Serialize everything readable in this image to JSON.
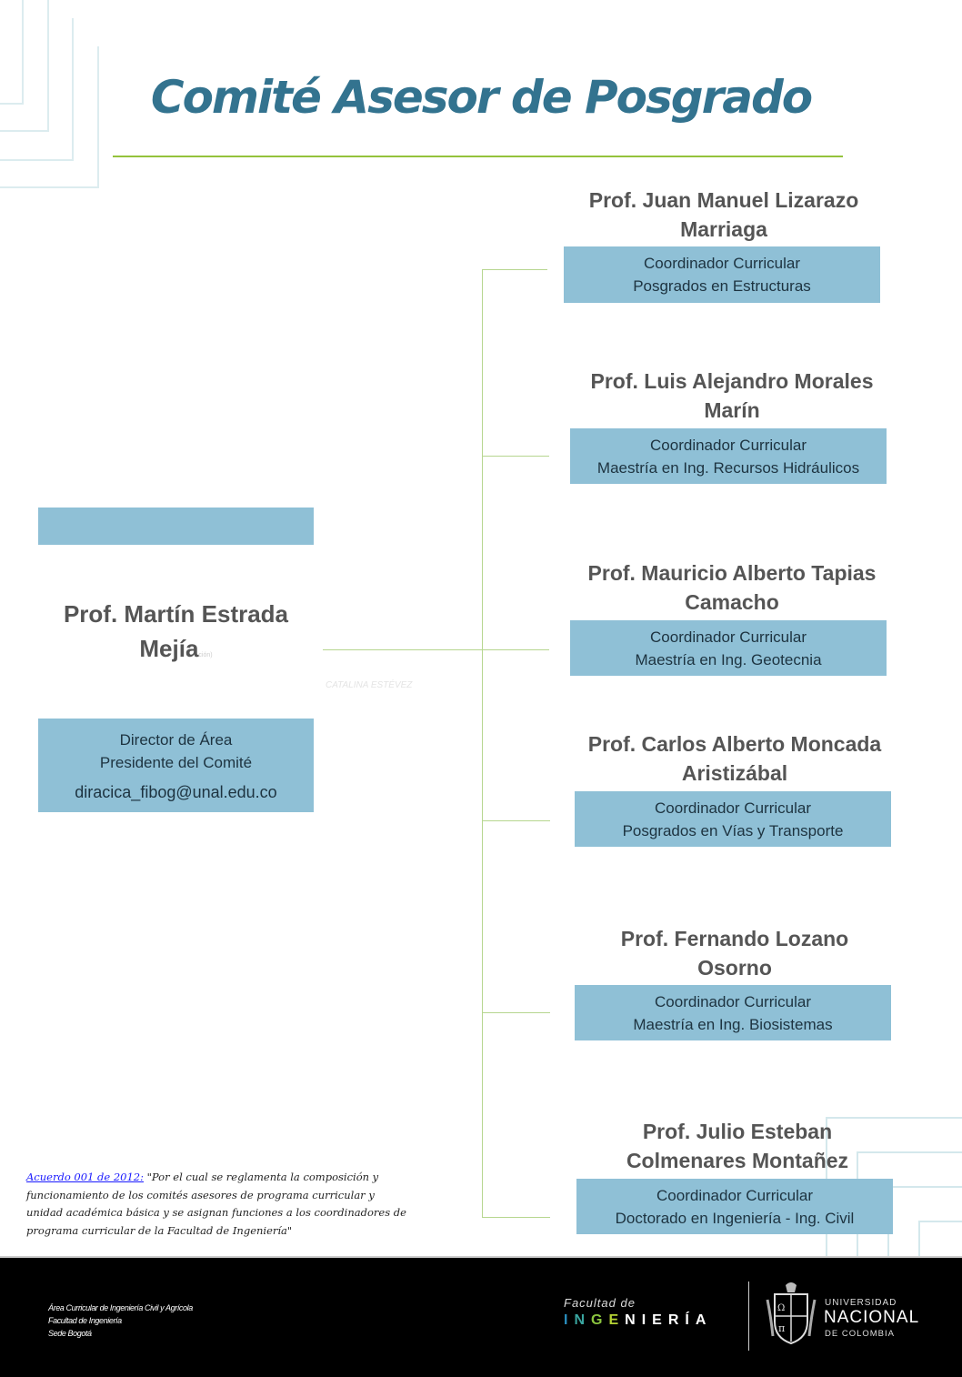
{
  "title": "Comité Asesor de Posgrado",
  "director": {
    "name": "Prof. Martín Estrada Mejía",
    "name_suffix_faint": "ción)",
    "roles": [
      "Director de Área",
      "Presidente del Comité"
    ],
    "email": "diracica_fibog@unal.edu.co",
    "watermark": "CATALINA ESTÉVEZ"
  },
  "members": [
    {
      "name": "Prof. Juan Manuel Lizarazo Marriaga",
      "role": "Coordinador Curricular",
      "program": "Posgrados en Estructuras"
    },
    {
      "name": "Prof. Luis Alejandro Morales Marín",
      "role": "Coordinador Curricular",
      "program": "Maestría en Ing. Recursos Hidráulicos"
    },
    {
      "name": "Prof. Mauricio Alberto Tapias Camacho",
      "role": "Coordinador Curricular",
      "program": "Maestría en Ing. Geotecnia"
    },
    {
      "name": "Prof. Carlos Alberto Moncada Aristizábal",
      "role": "Coordinador Curricular",
      "program": "Posgrados en Vías y Transporte"
    },
    {
      "name": "Prof. Fernando Lozano Osorno",
      "role": "Coordinador Curricular",
      "program": "Maestría en Ing. Biosistemas"
    },
    {
      "name": "Prof. Julio Esteban Colmenares Montañez",
      "role": "Coordinador Curricular",
      "program": "Doctorado en Ingeniería - Ing. Civil"
    }
  ],
  "note": {
    "link": "Acuerdo 001 de 2012:",
    "text": " \"Por el cual se reglamenta la composición y funcionamiento de los comités asesores de programa curricular y unidad académica básica y se asignan funciones a los coordinadores de programa curricular de la Facultad de Ingeniería\""
  },
  "footer": {
    "lines": [
      "Área Curricular de Ingeniería Civil y Agrícola",
      "Facultad de Ingeniería",
      "Sede Bogotá"
    ],
    "faculty_logo": {
      "top": "Facultad de",
      "bottom": "INGENIERÍA"
    },
    "university_logo": {
      "line1": "UNIVERSIDAD",
      "line2": "NACIONAL",
      "line3": "DE COLOMBIA"
    }
  },
  "colors": {
    "title": "#33738f",
    "accent_green": "#94c23c",
    "box": "#8fc0d6",
    "connector": "#b6d68f",
    "footer": "#000000"
  }
}
